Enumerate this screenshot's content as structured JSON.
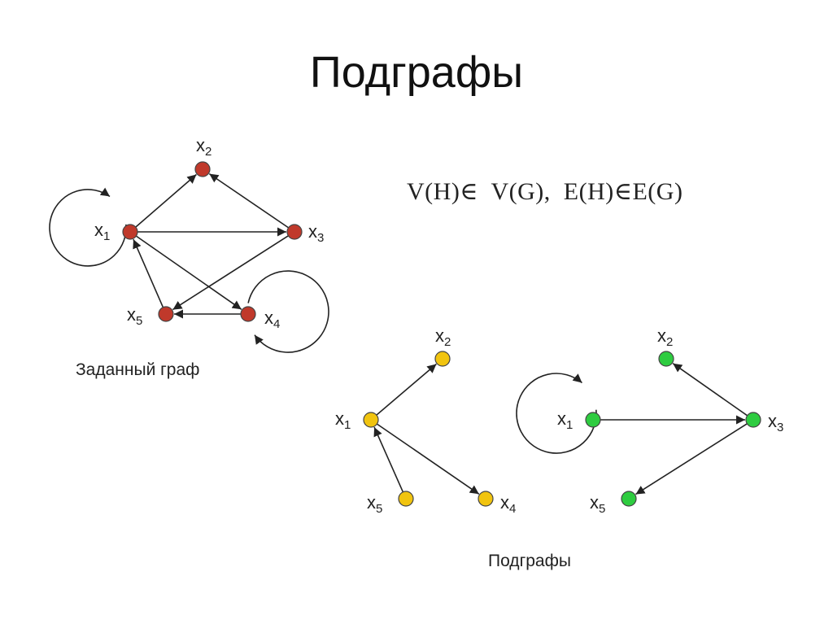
{
  "slide": {
    "title": "Подграфы",
    "formula": "V(H)∈  V(G),  E(H)∈E(G)",
    "caption_main": "Заданный граф",
    "caption_sub": "Подграфы"
  },
  "colors": {
    "main_graph_nodes": "#c0392b",
    "subgraph1_nodes": "#f1c40f",
    "subgraph2_nodes": "#2ecc40",
    "edges": "#222222"
  },
  "graphs": [
    {
      "id": "main",
      "nodes": [
        {
          "id": "x1",
          "base": "x",
          "sub": "1"
        },
        {
          "id": "x2",
          "base": "x",
          "sub": "2"
        },
        {
          "id": "x3",
          "base": "x",
          "sub": "3"
        },
        {
          "id": "x4",
          "base": "x",
          "sub": "4"
        },
        {
          "id": "x5",
          "base": "x",
          "sub": "5"
        }
      ],
      "edges": [
        {
          "from": "x1",
          "to": "x1",
          "loop": true
        },
        {
          "from": "x1",
          "to": "x2"
        },
        {
          "from": "x3",
          "to": "x2"
        },
        {
          "from": "x1",
          "to": "x3"
        },
        {
          "from": "x1",
          "to": "x4"
        },
        {
          "from": "x3",
          "to": "x5"
        },
        {
          "from": "x4",
          "to": "x5"
        },
        {
          "from": "x5",
          "to": "x1"
        },
        {
          "from": "x4",
          "to": "x4",
          "loop": true
        }
      ]
    },
    {
      "id": "sub1",
      "nodes": [
        {
          "id": "x1",
          "base": "x",
          "sub": "1"
        },
        {
          "id": "x2",
          "base": "x",
          "sub": "2"
        },
        {
          "id": "x4",
          "base": "x",
          "sub": "4"
        },
        {
          "id": "x5",
          "base": "x",
          "sub": "5"
        }
      ],
      "edges": [
        {
          "from": "x1",
          "to": "x2"
        },
        {
          "from": "x1",
          "to": "x4"
        },
        {
          "from": "x5",
          "to": "x1"
        }
      ]
    },
    {
      "id": "sub2",
      "nodes": [
        {
          "id": "x1",
          "base": "x",
          "sub": "1"
        },
        {
          "id": "x2",
          "base": "x",
          "sub": "2"
        },
        {
          "id": "x3",
          "base": "x",
          "sub": "3"
        },
        {
          "id": "x5",
          "base": "x",
          "sub": "5"
        }
      ],
      "edges": [
        {
          "from": "x1",
          "to": "x1",
          "loop": true
        },
        {
          "from": "x1",
          "to": "x3"
        },
        {
          "from": "x3",
          "to": "x2"
        },
        {
          "from": "x3",
          "to": "x5"
        }
      ]
    }
  ]
}
